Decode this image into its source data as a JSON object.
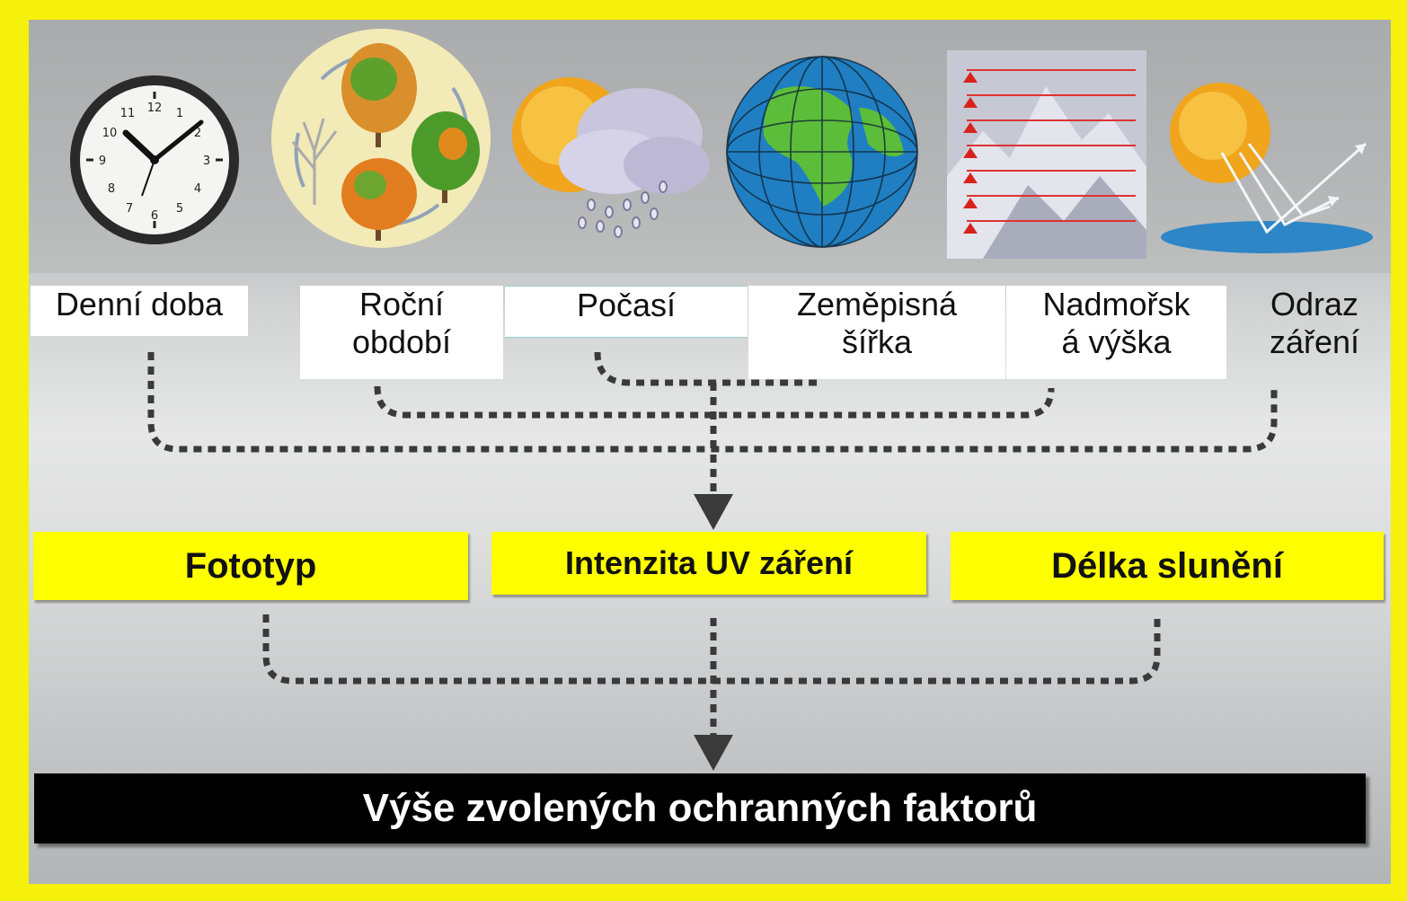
{
  "factors": [
    {
      "id": "denni-doba",
      "label": "Denní doba",
      "icon": "clock-icon"
    },
    {
      "id": "rocni-obdobi",
      "label": "Roční\nobdobí",
      "icon": "seasons-icon"
    },
    {
      "id": "pocasi",
      "label": "Počasí",
      "icon": "weather-icon"
    },
    {
      "id": "zemepisna-sirka",
      "label": "Zeměpisná\nšířka",
      "icon": "globe-icon"
    },
    {
      "id": "nadmorska-vyska",
      "label": "Nadmořsk\ná výška",
      "icon": "altitude-icon"
    },
    {
      "id": "odraz-zareni",
      "label": "Odraz\nzáření",
      "icon": "reflection-icon"
    }
  ],
  "middle_boxes": {
    "fototyp": "Fototyp",
    "intenzita": "Intenzita UV záření",
    "delka": "Délka slunění"
  },
  "result": "Výše zvolených ochranných faktorů",
  "colors": {
    "background": "#f5f00c",
    "highlight_box": "#ffff00",
    "result_box": "#000000",
    "connector": "#3a3a3a"
  }
}
